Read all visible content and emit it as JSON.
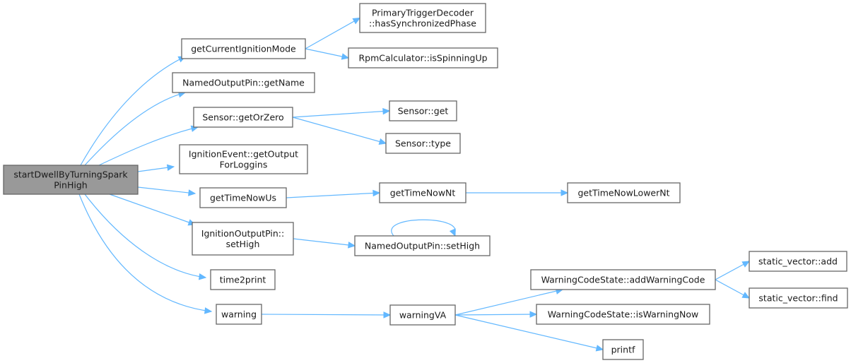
{
  "graph": {
    "title": "Call graph of startDwellByTurningSparkPinHigh",
    "colors": {
      "edge": "#63b8ff",
      "root_fill": "#999999",
      "node_stroke": "#666666"
    },
    "nodes": [
      {
        "id": "root",
        "label": "startDwellByTurningSpark\nPinHigh",
        "root": true
      },
      {
        "id": "getCurrentIgnitionMode",
        "label": "getCurrentIgnitionMode"
      },
      {
        "id": "hasSync",
        "label": "PrimaryTriggerDecoder\n::hasSynchronizedPhase"
      },
      {
        "id": "isSpinningUp",
        "label": "RpmCalculator::isSpinningUp"
      },
      {
        "id": "getName",
        "label": "NamedOutputPin::getName"
      },
      {
        "id": "getOrZero",
        "label": "Sensor::getOrZero"
      },
      {
        "id": "sensorGet",
        "label": "Sensor::get"
      },
      {
        "id": "sensorType",
        "label": "Sensor::type"
      },
      {
        "id": "getOutput",
        "label": "IgnitionEvent::getOutput\nForLoggins"
      },
      {
        "id": "getTimeNowUs",
        "label": "getTimeNowUs"
      },
      {
        "id": "getTimeNowNt",
        "label": "getTimeNowNt"
      },
      {
        "id": "getTimeNowLowerNt",
        "label": "getTimeNowLowerNt"
      },
      {
        "id": "ignSetHigh",
        "label": "IgnitionOutputPin::\nsetHigh"
      },
      {
        "id": "namedSetHigh",
        "label": "NamedOutputPin::setHigh"
      },
      {
        "id": "time2print",
        "label": "time2print"
      },
      {
        "id": "warning",
        "label": "warning"
      },
      {
        "id": "warningVA",
        "label": "warningVA"
      },
      {
        "id": "addWarningCode",
        "label": "WarningCodeState::addWarningCode"
      },
      {
        "id": "isWarningNow",
        "label": "WarningCodeState::isWarningNow"
      },
      {
        "id": "printf",
        "label": "printf"
      },
      {
        "id": "svAdd",
        "label": "static_vector::add"
      },
      {
        "id": "svFind",
        "label": "static_vector::find"
      }
    ],
    "edges": [
      [
        "root",
        "getCurrentIgnitionMode"
      ],
      [
        "root",
        "getName"
      ],
      [
        "root",
        "getOrZero"
      ],
      [
        "root",
        "getOutput"
      ],
      [
        "root",
        "getTimeNowUs"
      ],
      [
        "root",
        "ignSetHigh"
      ],
      [
        "root",
        "time2print"
      ],
      [
        "root",
        "warning"
      ],
      [
        "getCurrentIgnitionMode",
        "hasSync"
      ],
      [
        "getCurrentIgnitionMode",
        "isSpinningUp"
      ],
      [
        "getOrZero",
        "sensorGet"
      ],
      [
        "getOrZero",
        "sensorType"
      ],
      [
        "getTimeNowUs",
        "getTimeNowNt"
      ],
      [
        "getTimeNowNt",
        "getTimeNowLowerNt"
      ],
      [
        "ignSetHigh",
        "namedSetHigh"
      ],
      [
        "namedSetHigh",
        "namedSetHigh"
      ],
      [
        "warning",
        "warningVA"
      ],
      [
        "warningVA",
        "addWarningCode"
      ],
      [
        "warningVA",
        "isWarningNow"
      ],
      [
        "warningVA",
        "printf"
      ],
      [
        "addWarningCode",
        "svAdd"
      ],
      [
        "addWarningCode",
        "svFind"
      ]
    ]
  }
}
